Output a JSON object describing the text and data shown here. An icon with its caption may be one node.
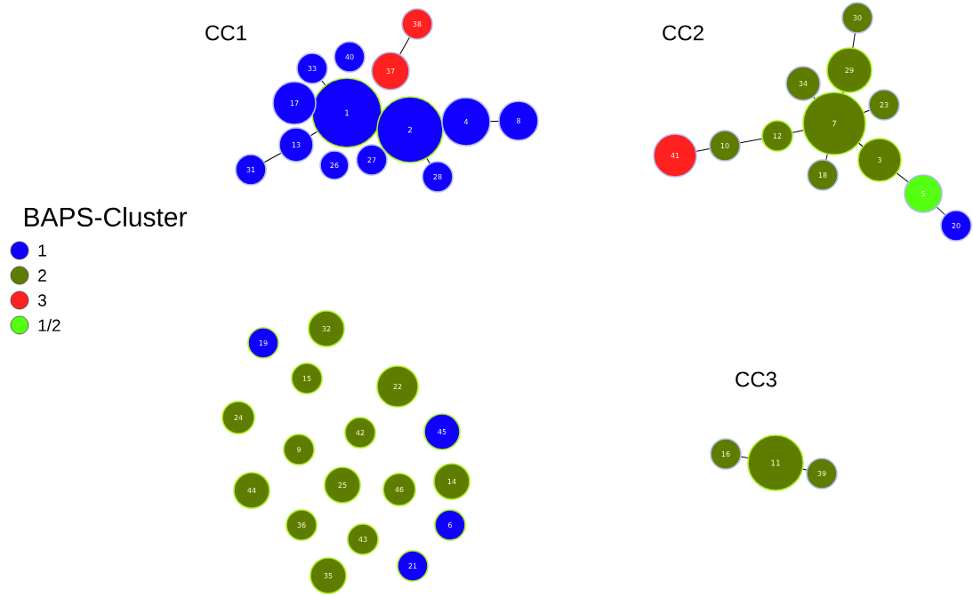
{
  "diagram": {
    "nodes": [
      {
        "text": [
          "1"
        ]
      },
      {
        "text": [
          "2"
        ]
      },
      {
        "text": [
          "4"
        ]
      },
      {
        "text": [
          "8"
        ]
      },
      {
        "text": [
          "17"
        ]
      },
      {
        "text": [
          "33"
        ]
      },
      {
        "text": [
          "40"
        ]
      },
      {
        "text": [
          "37"
        ]
      },
      {
        "text": [
          "38"
        ]
      },
      {
        "text": [
          "13"
        ]
      },
      {
        "text": [
          "31"
        ]
      },
      {
        "text": [
          "26"
        ]
      },
      {
        "text": [
          "27"
        ]
      },
      {
        "text": [
          "28"
        ]
      },
      {
        "text": [
          "7"
        ]
      },
      {
        "text": [
          "29"
        ]
      },
      {
        "text": [
          "30"
        ]
      },
      {
        "text": [
          "34"
        ]
      },
      {
        "text": [
          "23"
        ]
      },
      {
        "text": [
          "12"
        ]
      },
      {
        "text": [
          "10"
        ]
      },
      {
        "text": [
          "41"
        ]
      },
      {
        "text": [
          "18"
        ]
      },
      {
        "text": [
          "3"
        ]
      },
      {
        "text": [
          "5"
        ]
      },
      {
        "text": [
          "20"
        ]
      },
      {
        "text": [
          "16"
        ]
      },
      {
        "text": [
          "11"
        ]
      },
      {
        "text": [
          "39"
        ]
      },
      {
        "text": [
          "19"
        ]
      },
      {
        "text": [
          "32"
        ]
      },
      {
        "text": [
          "15"
        ]
      },
      {
        "text": [
          "22"
        ]
      },
      {
        "text": [
          "24"
        ]
      },
      {
        "text": [
          "9"
        ]
      },
      {
        "text": [
          "42"
        ]
      },
      {
        "text": [
          "45"
        ]
      },
      {
        "text": [
          "44"
        ]
      },
      {
        "text": [
          "25"
        ]
      },
      {
        "text": [
          "46"
        ]
      },
      {
        "text": [
          "14"
        ]
      },
      {
        "text": [
          "36"
        ]
      },
      {
        "text": [
          "6"
        ]
      },
      {
        "text": [
          "43"
        ]
      },
      {
        "text": [
          "21"
        ]
      },
      {
        "text": [
          "35"
        ]
      }
    ],
    "edges": [
      {
        "from": 0,
        "to": 5,
        "arrow": "none"
      },
      {
        "from": 7,
        "to": 8,
        "arrow": "none"
      },
      {
        "from": 0,
        "to": 9,
        "arrow": "none"
      },
      {
        "from": 9,
        "to": 10,
        "arrow": "none"
      },
      {
        "from": 2,
        "to": 3,
        "arrow": "none"
      },
      {
        "from": 1,
        "to": 13,
        "arrow": "none"
      },
      {
        "from": 14,
        "to": 15,
        "arrow": "none"
      },
      {
        "from": 15,
        "to": 16,
        "arrow": "none"
      },
      {
        "from": 14,
        "to": 17,
        "arrow": "none"
      },
      {
        "from": 14,
        "to": 18,
        "arrow": "none"
      },
      {
        "from": 14,
        "to": 19,
        "arrow": "none"
      },
      {
        "from": 19,
        "to": 20,
        "arrow": "none"
      },
      {
        "from": 20,
        "to": 21,
        "arrow": "none"
      },
      {
        "from": 14,
        "to": 22,
        "arrow": "none"
      },
      {
        "from": 14,
        "to": 23,
        "arrow": "none"
      },
      {
        "from": 23,
        "to": 24,
        "arrow": "none"
      },
      {
        "from": 24,
        "to": 25,
        "arrow": "none"
      },
      {
        "from": 26,
        "to": 27,
        "arrow": "none"
      },
      {
        "from": 27,
        "to": 28,
        "arrow": "none"
      }
    ],
    "labels": [
      "CC1",
      "CC2",
      "BAPS-Cluster",
      "CC3"
    ],
    "legend": [
      {
        "text": "1",
        "color": "#1100ff"
      },
      {
        "text": "2",
        "color": "#5e7d00"
      },
      {
        "text": "3",
        "color": "#ff2020"
      },
      {
        "text": "1/2",
        "color": "#55ff11"
      }
    ]
  }
}
